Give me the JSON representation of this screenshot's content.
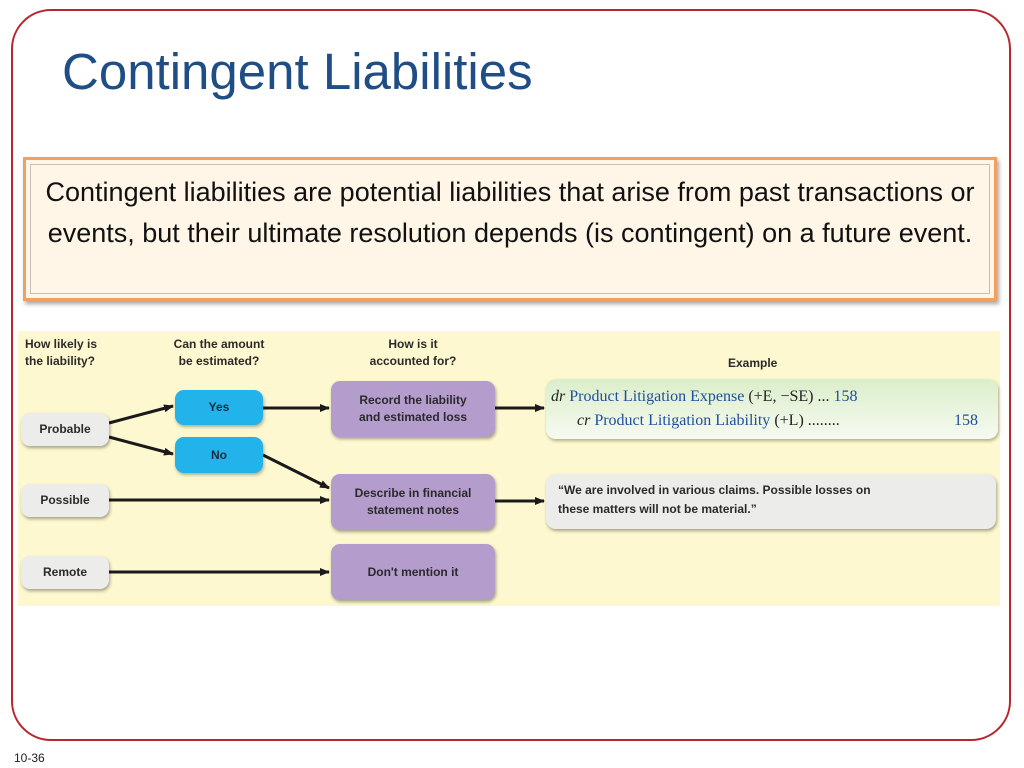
{
  "slide": {
    "title": "Contingent Liabilities",
    "definition": "Contingent liabilities are potential liabilities that arise from past transactions or events, but their ultimate resolution depends (is contingent) on a future event.",
    "page_number": "10-36"
  },
  "diagram": {
    "headers": {
      "likelihood_line1": "How likely is",
      "likelihood_line2": "the liability?",
      "estimate_line1": "Can the amount",
      "estimate_line2": "be estimated?",
      "accounting_line1": "How is it",
      "accounting_line2": "accounted for?",
      "example": "Example"
    },
    "likelihood": {
      "probable": "Probable",
      "possible": "Possible",
      "remote": "Remote"
    },
    "estimate": {
      "yes": "Yes",
      "no": "No"
    },
    "treatment": {
      "record_line1": "Record the liability",
      "record_line2": "and estimated loss",
      "describe_line1": "Describe in financial",
      "describe_line2": "statement notes",
      "dont_mention": "Don't mention it"
    },
    "journal_entry": {
      "debit_tag": "dr",
      "debit_account": "Product Litigation Expense",
      "debit_effect": "(+E, −SE) ...",
      "debit_amount": "158",
      "credit_tag": "cr",
      "credit_account": "Product Litigation Liability",
      "credit_effect": "(+L) ........",
      "credit_amount": "158"
    },
    "note_quote_line1": "“We are involved in various claims. Possible losses on",
    "note_quote_line2": "these matters will not be material.”"
  },
  "colors": {
    "title": "#1f4e86",
    "frame_border": "#b8252c",
    "definition_border": "#f0a060",
    "diagram_background": "#fdf8cf",
    "estimate_box": "#22b3ea",
    "treatment_box": "#b49ccd",
    "likelihood_box": "#ececea",
    "account_text": "#1f4fa0"
  }
}
